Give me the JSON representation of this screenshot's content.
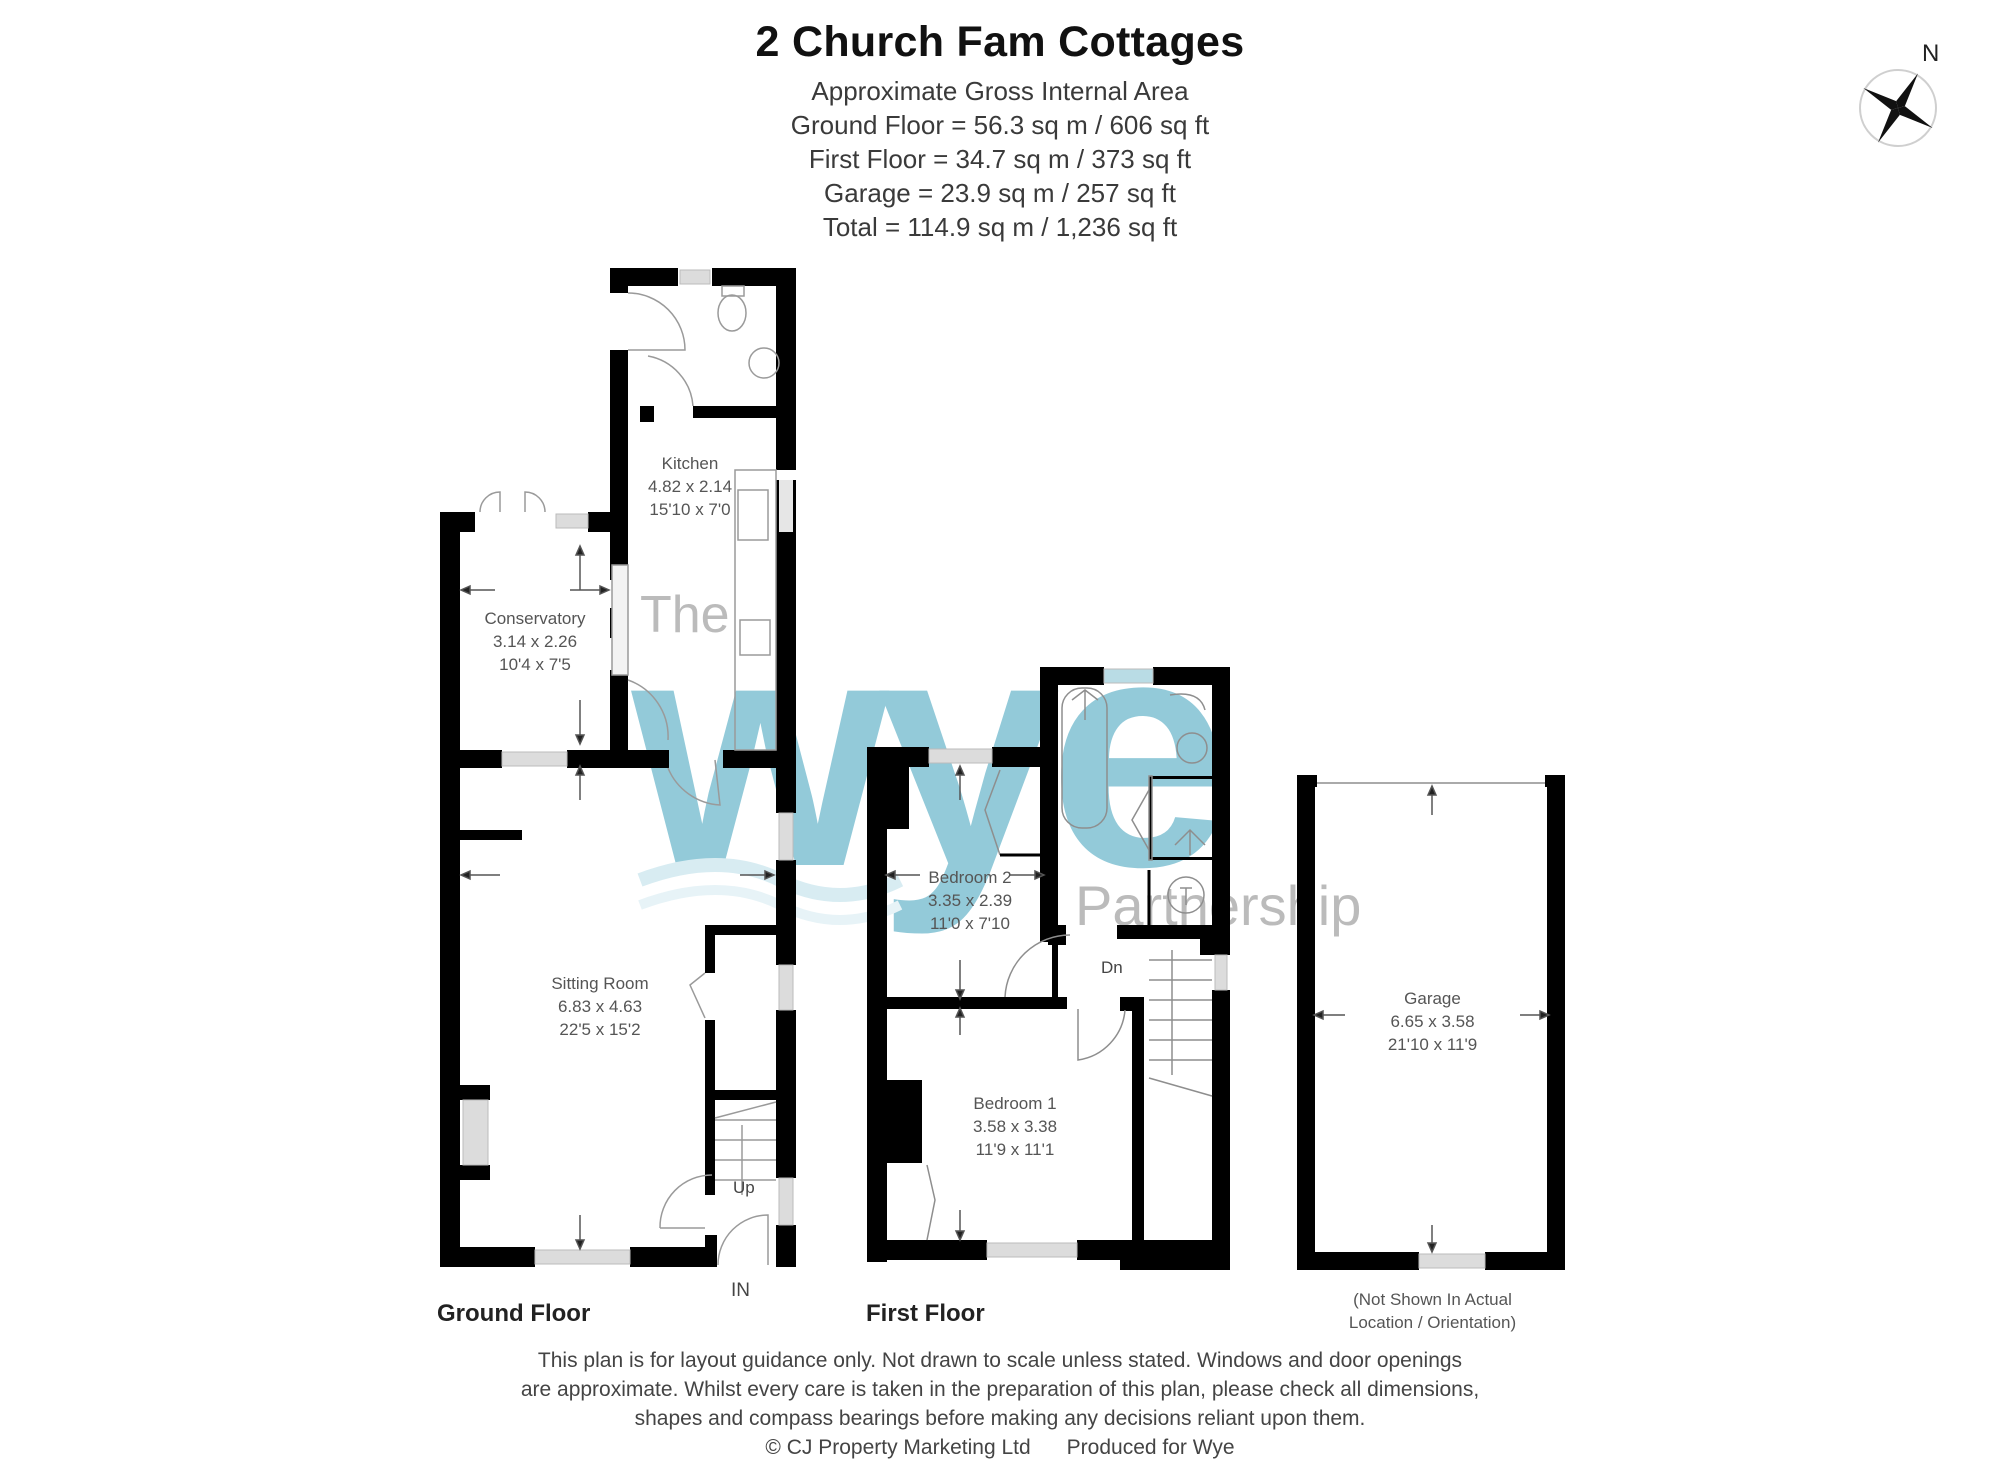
{
  "header": {
    "title": "2 Church Fam Cottages",
    "area_heading": "Approximate Gross Internal Area",
    "areas": [
      {
        "label": "Ground Floor",
        "sqm": "56.3",
        "sqft": "606",
        "text": "Ground Floor = 56.3 sq m / 606 sq ft"
      },
      {
        "label": "First Floor",
        "sqm": "34.7",
        "sqft": "373",
        "text": "First Floor = 34.7 sq m / 373 sq ft"
      },
      {
        "label": "Garage",
        "sqm": "23.9",
        "sqft": "257",
        "text": "Garage = 23.9 sq m / 257 sq ft"
      },
      {
        "label": "Total",
        "sqm": "114.9",
        "sqft": "1,236",
        "text": "Total = 114.9 sq m / 1,236 sq ft"
      }
    ]
  },
  "compass": {
    "icon": "compass-rose-icon",
    "north_label": "N"
  },
  "watermark": {
    "prefix": "The",
    "brand": "wye",
    "suffix": "Partnership",
    "color": "#8ec8d8"
  },
  "colors": {
    "wall": "#000000",
    "fixture": "#9a9a9a",
    "window": "#d9d9d9",
    "watermark": "#8ec8d8",
    "text": "#555555"
  },
  "floors": {
    "ground": {
      "label": "Ground Floor",
      "rooms": [
        {
          "name": "Kitchen",
          "metric": "4.82 x 2.14",
          "imperial": "15'10 x 7'0"
        },
        {
          "name": "Conservatory",
          "metric": "3.14 x 2.26",
          "imperial": "10'4 x 7'5"
        },
        {
          "name": "Sitting Room",
          "metric": "6.83 x 4.63",
          "imperial": "22'5 x 15'2"
        }
      ],
      "stairs_label": "Up",
      "entrance_label": "IN"
    },
    "first": {
      "label": "First Floor",
      "rooms": [
        {
          "name": "Bedroom 2",
          "metric": "3.35 x 2.39",
          "imperial": "11'0 x 7'10"
        },
        {
          "name": "Bedroom 1",
          "metric": "3.58 x 3.38",
          "imperial": "11'9 x 11'1"
        }
      ],
      "stairs_label": "Dn"
    },
    "garage": {
      "rooms": [
        {
          "name": "Garage",
          "metric": "6.65 x 3.58",
          "imperial": "21'10 x 11'9"
        }
      ],
      "note_line1": "(Not Shown In Actual",
      "note_line2": "Location / Orientation)"
    }
  },
  "footer": {
    "disclaimer_lines": [
      "This plan is for layout guidance only. Not drawn to scale unless stated. Windows and door openings",
      "are approximate. Whilst every care is taken in the preparation of this plan, please check all dimensions,",
      "shapes and compass bearings before making any decisions reliant upon them."
    ],
    "copyright": "© CJ Property Marketing Ltd",
    "produced_for": "Produced for Wye"
  }
}
